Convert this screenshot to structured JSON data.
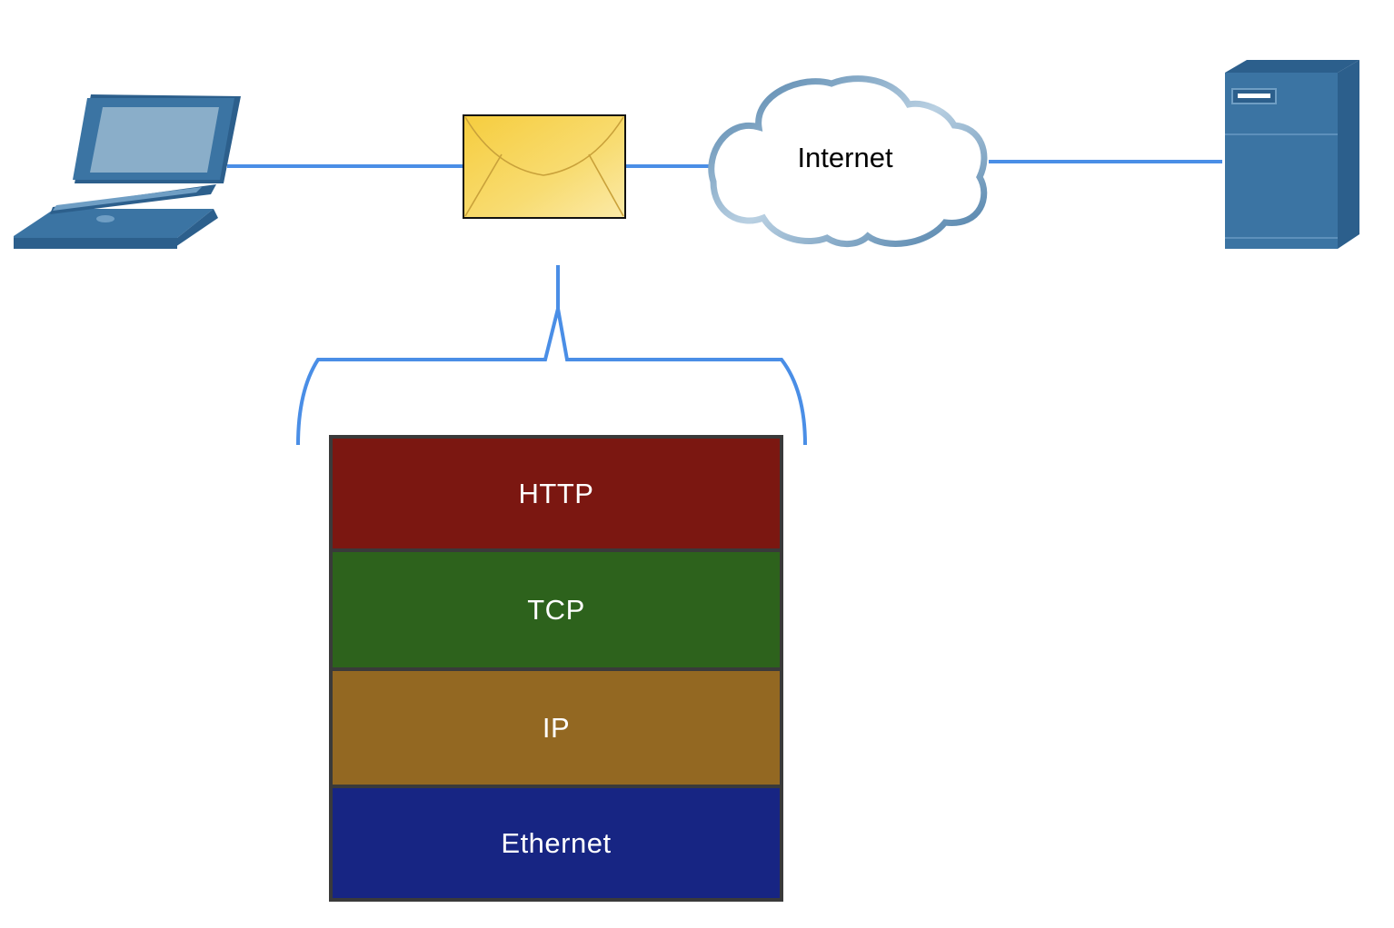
{
  "cloud": {
    "label": "Internet"
  },
  "stack": {
    "layers": [
      {
        "label": "HTTP",
        "color": "#7b1711"
      },
      {
        "label": "TCP",
        "color": "#2d621c"
      },
      {
        "label": "IP",
        "color": "#936822"
      },
      {
        "label": "Ethernet",
        "color": "#172583"
      }
    ]
  },
  "colors": {
    "link": "#4a8ee6",
    "device_blue": "#3b74a3",
    "envelope": "#f6cf45",
    "cloud_outline": "#6c96b6"
  },
  "icons": [
    "laptop-icon",
    "envelope-icon",
    "cloud-icon",
    "server-icon"
  ]
}
